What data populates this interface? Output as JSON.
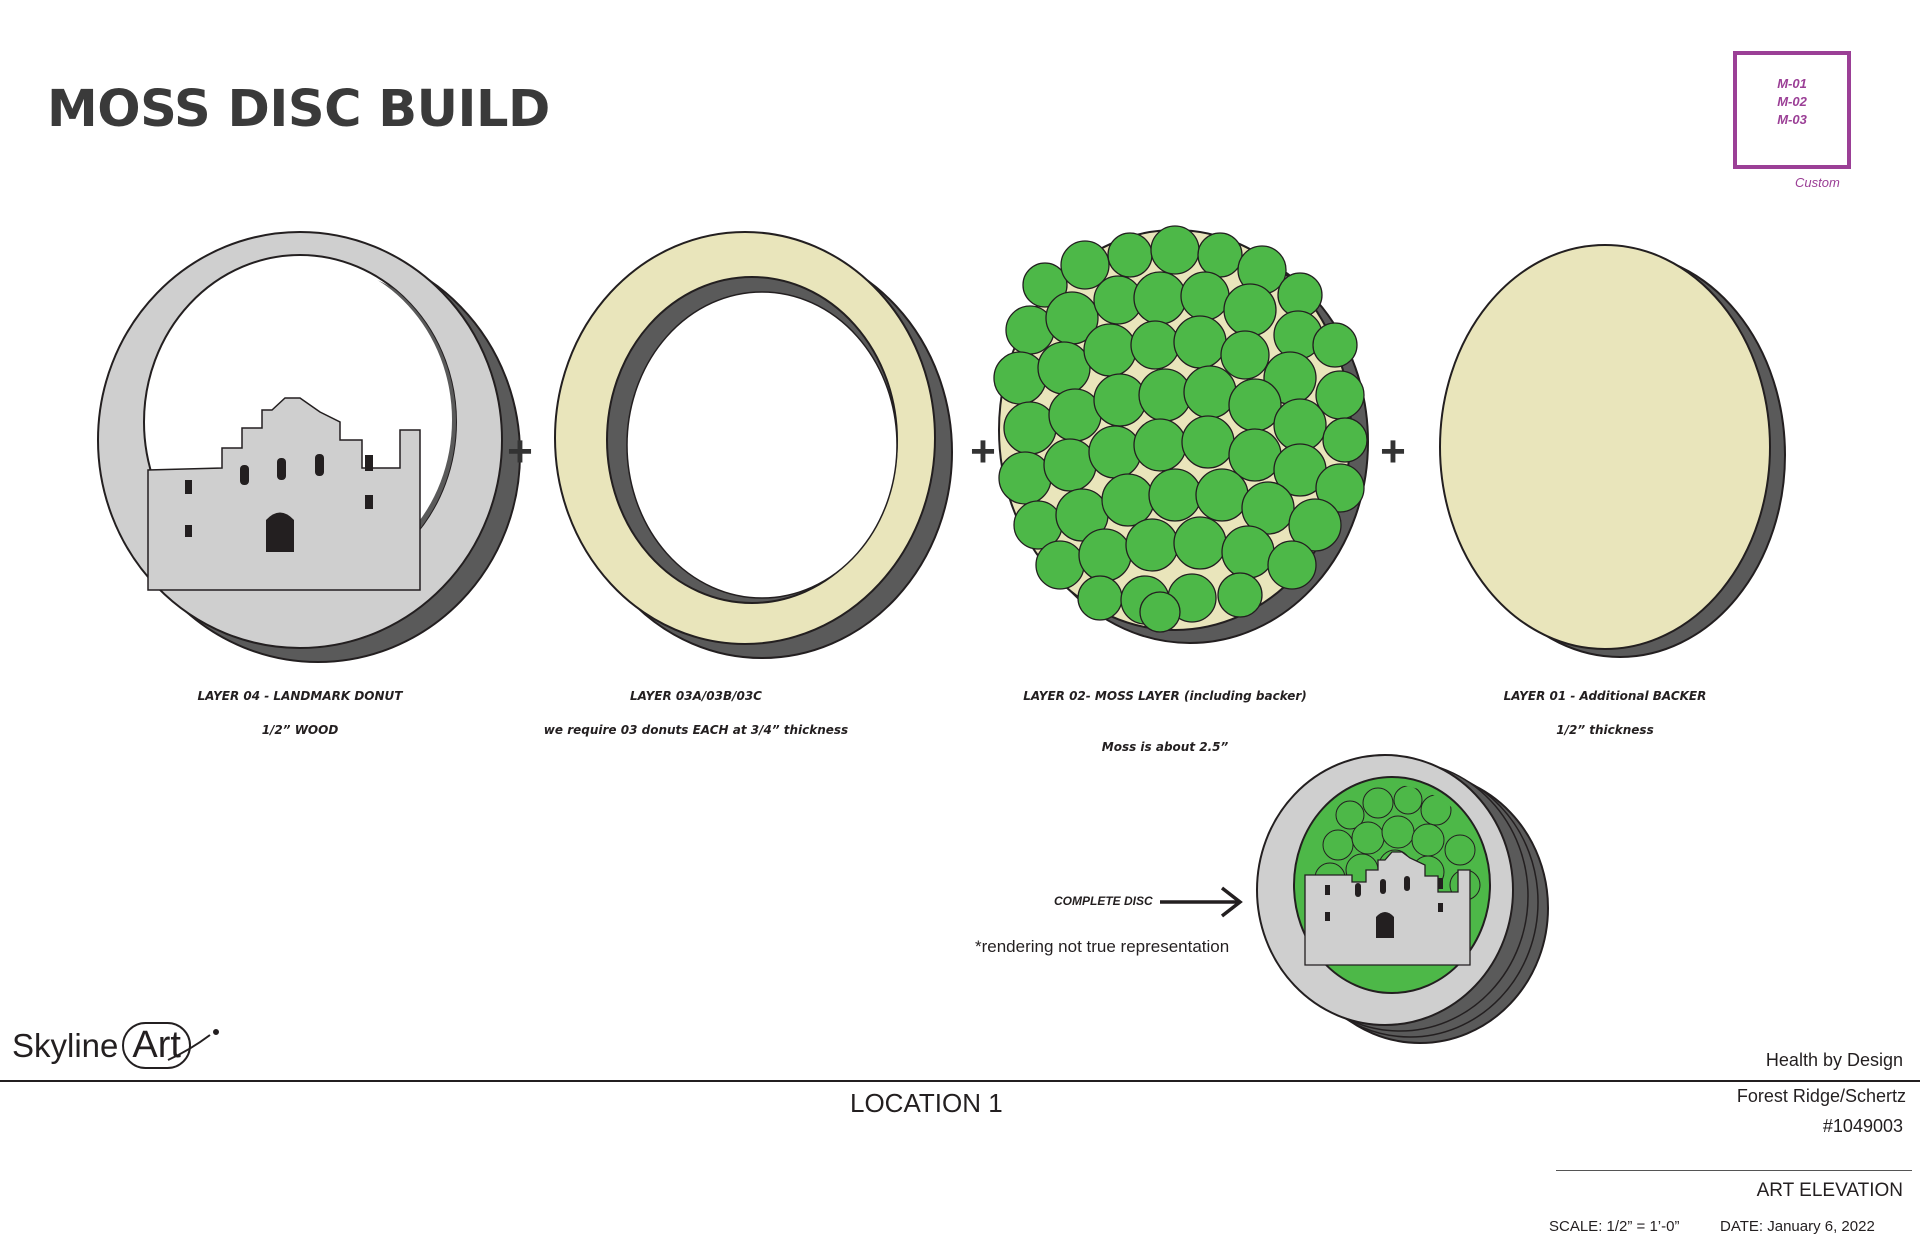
{
  "header": {
    "title": "MOSS DISC BUILD"
  },
  "materials": {
    "codes": [
      "M-01",
      "M-02",
      "M-03"
    ],
    "caption": "Custom"
  },
  "layers": [
    {
      "label": "LAYER 04 - LANDMARK DONUT",
      "sub": "1/2” WOOD"
    },
    {
      "label": "LAYER 03A/03B/03C",
      "sub": "we require 03 donuts EACH at 3/4” thickness"
    },
    {
      "label": "LAYER 02- MOSS LAYER (including backer)",
      "sub": "Moss is about 2.5”"
    },
    {
      "label": "LAYER 01 - Additional BACKER",
      "sub": "1/2” thickness"
    }
  ],
  "operator": "+",
  "complete": {
    "label": "COMPLETE DISC",
    "note": "*rendering not true representation"
  },
  "logo": {
    "word1": "Skyline",
    "word2": "Art"
  },
  "footer": {
    "client": "Health by Design",
    "location": "LOCATION 1",
    "site": "Forest Ridge/Schertz",
    "job": "#1049003",
    "sheet": "ART ELEVATION",
    "scale": "SCALE: 1/2” = 1’-0”",
    "date": "DATE: January 6, 2022"
  },
  "colors": {
    "grey_face": "#cfcfcf",
    "dark_side": "#5a5a5a",
    "cream": "#e9e5bb",
    "moss": "#4db848",
    "accent": "#9b3f96"
  },
  "icons": [
    "arrow-right-icon",
    "brush-swoosh-icon"
  ]
}
